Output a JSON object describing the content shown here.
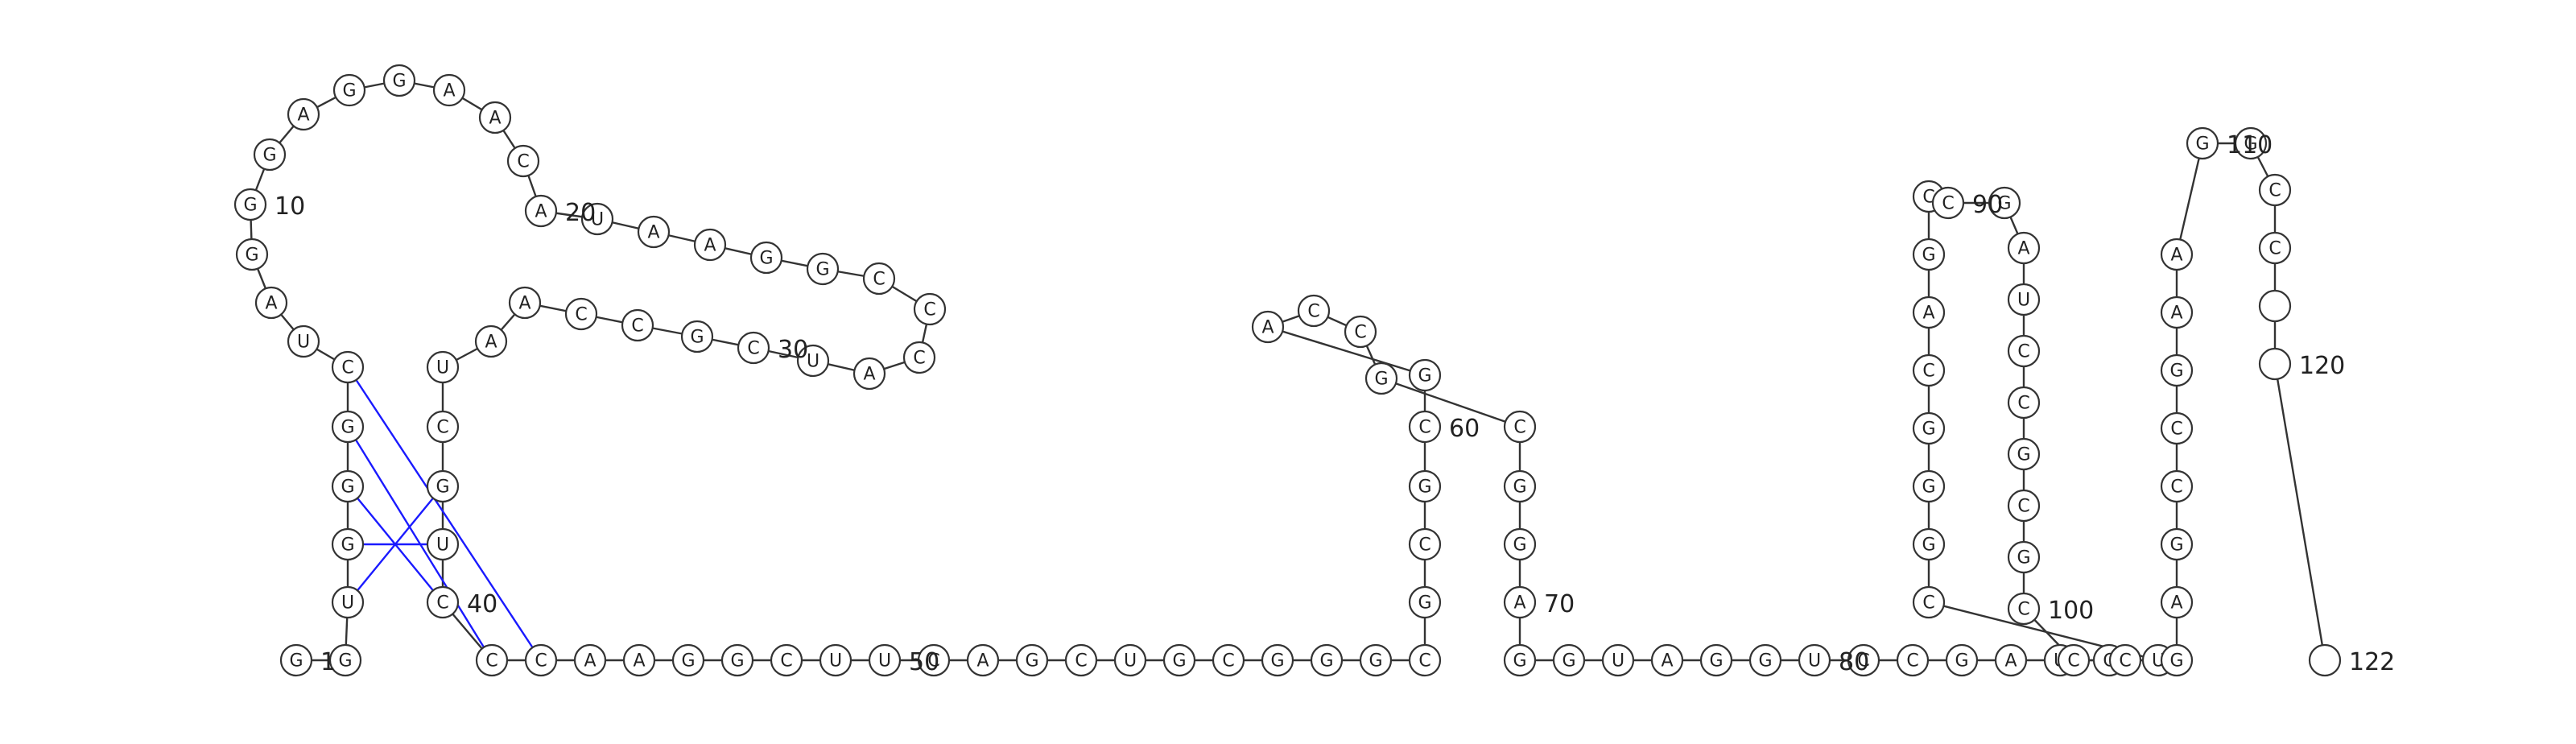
{
  "sequence": "GGUGGGCUAGGGAGGAACAUAAGGCCCAUCGCCAAUCGUCCCAAGGCUUCAGCUGCGGGCGCGCGACCGCGGAGGUAGGUCCGAUCUCGGGCAGCCGAUCCGCGCCCGAGCCGAAGGCC",
  "structure": {
    "pairs_canonical": [
      [
        3,
        38
      ],
      [
        4,
        39
      ],
      [
        5,
        40
      ],
      [
        6,
        41
      ],
      [
        7,
        42
      ]
    ],
    "colors": {
      "backbone": "#333333",
      "canonical_pair": "#1a1aff",
      "noncanonical_pair": "#1a1aff",
      "pseudoknot": "#22dd22"
    }
  },
  "position_labels": [
    "1",
    "10",
    "20",
    "30",
    "40",
    "50",
    "60",
    "70",
    "80",
    "90",
    "100",
    "110",
    "120",
    "122"
  ]
}
